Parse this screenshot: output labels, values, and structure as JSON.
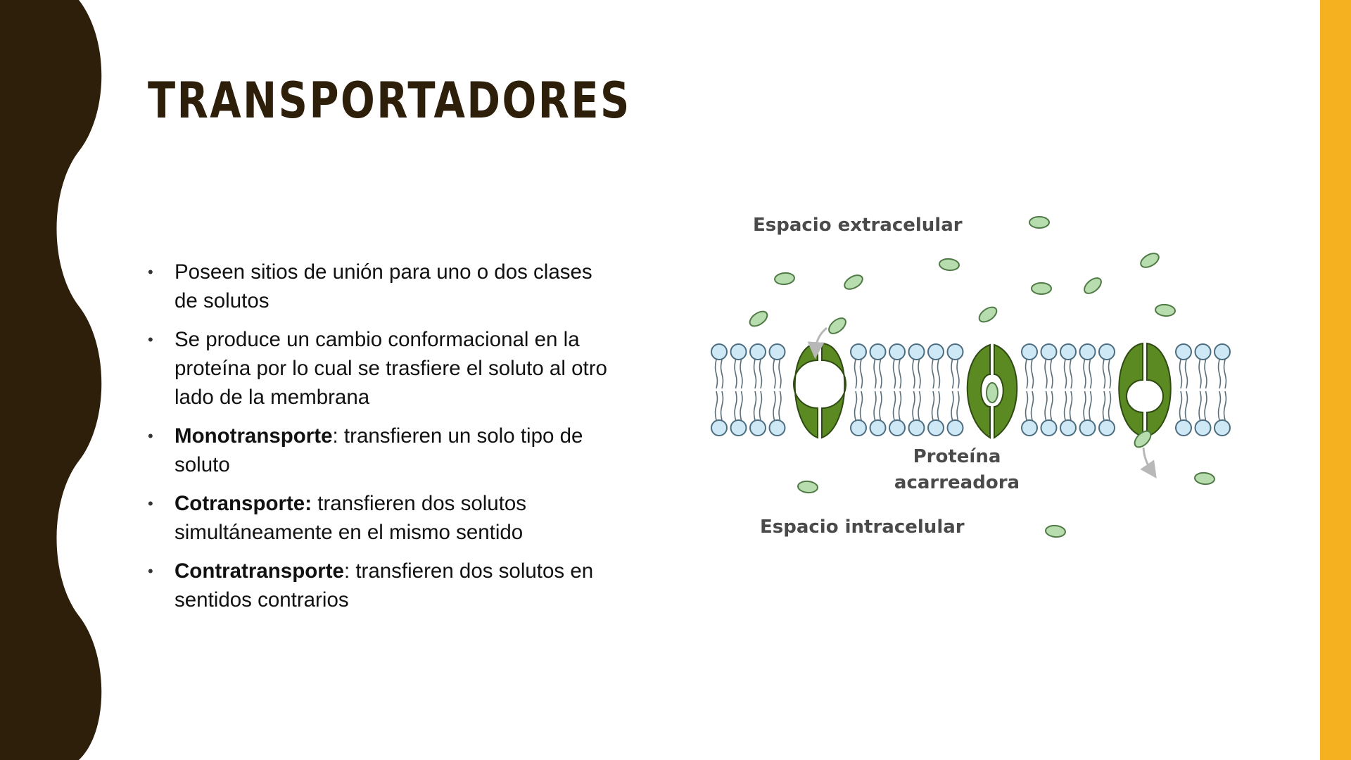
{
  "title": "TRANSPORTADORES",
  "bullets": [
    {
      "bold": "",
      "text": "Poseen sitios de unión para uno o dos clases de solutos"
    },
    {
      "bold": "",
      "text": "Se produce un cambio conformacional en la proteína por lo cual se trasfiere el soluto al otro lado de la membrana"
    },
    {
      "bold": "Monotransporte",
      "text": ": transfieren un solo tipo de soluto"
    },
    {
      "bold": "Cotransporte:",
      "text": " transfieren dos solutos simultáneamente en el mismo sentido"
    },
    {
      "bold": "Contratransporte",
      "text": ": transfieren dos solutos en sentidos contrarios"
    }
  ],
  "diagram": {
    "label_extracellular": "Espacio extracelular",
    "label_protein_line1": "Proteína",
    "label_protein_line2": "acarreadora",
    "label_intracellular": "Espacio intracelular"
  },
  "colors": {
    "dark_brown": "#2e1f0b",
    "accent_yellow": "#f5b120",
    "protein_green": "#5b8a22",
    "solute_fill": "#b7dcae",
    "lipid_head": "#cfe8f5"
  }
}
